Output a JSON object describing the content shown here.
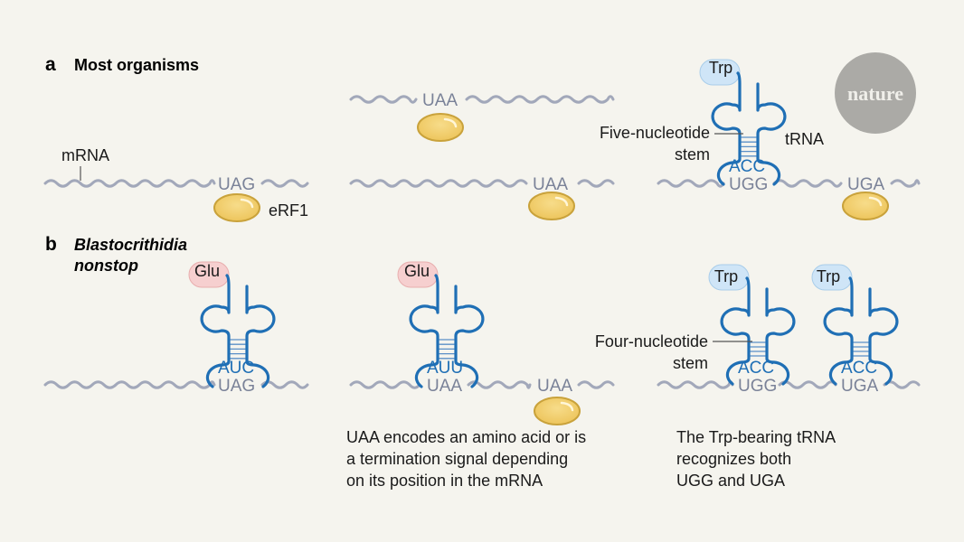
{
  "panels": {
    "a": {
      "letter": "a",
      "title": "Most organisms"
    },
    "b": {
      "letter": "b",
      "title_line1": "Blastocrithidia",
      "title_line2": "nonstop"
    }
  },
  "logo": {
    "text": "nature"
  },
  "labels": {
    "mrna": "mRNA",
    "erf1": "eRF1",
    "trna": "tRNA",
    "five_stem_line1": "Five-nucleotide",
    "five_stem_line2": "stem",
    "four_stem_line1": "Four-nucleotide",
    "four_stem_line2": "stem"
  },
  "codons": {
    "a1": "UAG",
    "a2_top": "UAA",
    "a2_bottom": "UAA",
    "a3_first": "UGG",
    "a3_second": "UGA",
    "b1": "UAG",
    "b2_first": "UAA",
    "b2_second": "UAA",
    "b3_first": "UGG",
    "b3_second": "UGA"
  },
  "anticodons": {
    "a3": "ACC",
    "b1": "AUC",
    "b2": "AUU",
    "b3_first": "ACC",
    "b3_second": "ACC"
  },
  "amino_acids": {
    "a3": "Trp",
    "b1": "Glu",
    "b2": "Glu",
    "b3_first": "Trp",
    "b3_second": "Trp"
  },
  "captions": {
    "b2": [
      "UAA encodes an amino acid or is",
      "a termination signal depending",
      "on its position in the mRNA"
    ],
    "b3": [
      "The Trp-bearing tRNA",
      "recognizes both",
      "UGG and UGA"
    ]
  },
  "colors": {
    "background": "#f5f4ee",
    "mrna": "#a2a8ba",
    "trna": "#1f6fb5",
    "erf1_fill": "#f2cf6e",
    "erf1_stroke": "#c9a23b",
    "trp_badge": "#cfe5f7",
    "glu_badge": "#f6cfcf",
    "logo_circle": "#abaaa6"
  }
}
